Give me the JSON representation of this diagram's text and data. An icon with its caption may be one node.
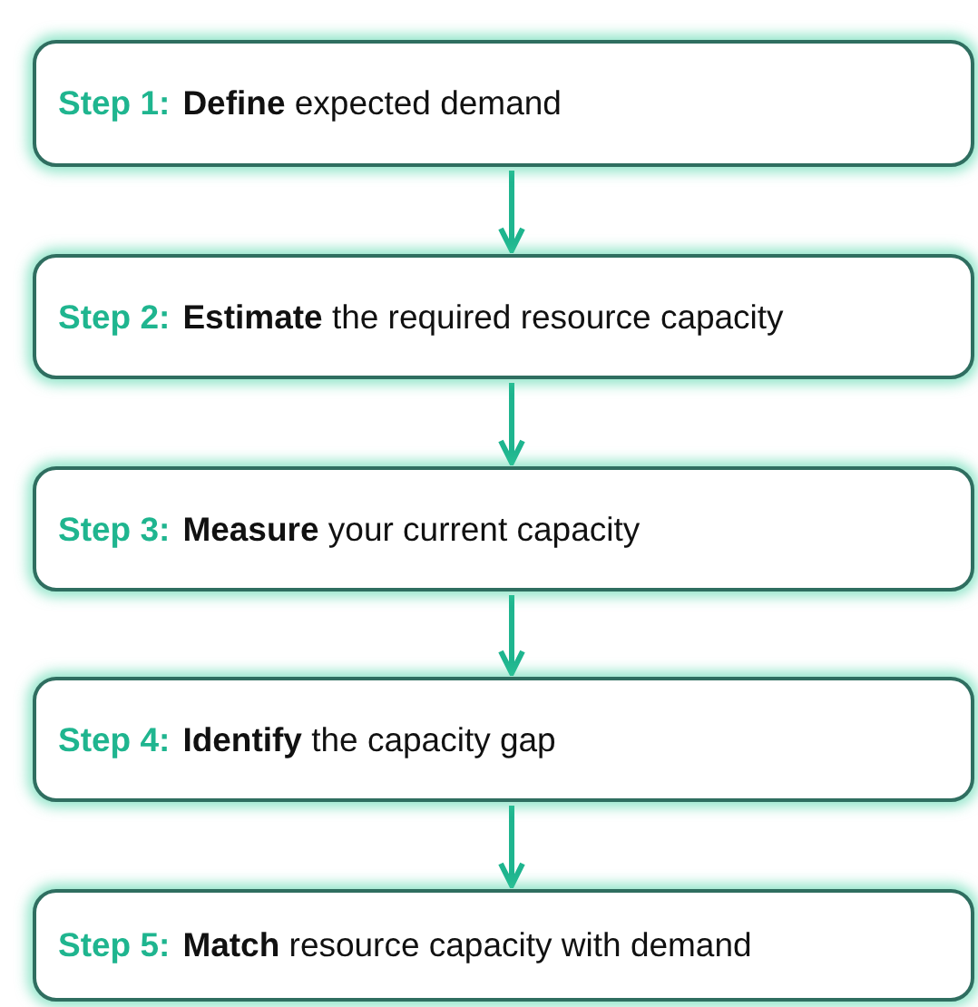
{
  "diagram": {
    "nodes": [
      {
        "text": [
          "Step 1:",
          "**Define** expected demand"
        ]
      },
      {
        "text": [
          "Step 2:",
          "**Estimate** the required resource capacity"
        ]
      },
      {
        "text": [
          "Step 3:",
          "**Measure** your current capacity"
        ]
      },
      {
        "text": [
          "Step 4:",
          "**Identify** the capacity gap"
        ]
      },
      {
        "text": [
          "Step 5:",
          "**Match** resource capacity with demand"
        ]
      }
    ],
    "edges": [
      {
        "from": 0,
        "to": 1,
        "arrow": "to"
      },
      {
        "from": 1,
        "to": 2,
        "arrow": "to"
      },
      {
        "from": 2,
        "to": 3,
        "arrow": "to"
      },
      {
        "from": 3,
        "to": 4,
        "arrow": "to"
      }
    ]
  }
}
